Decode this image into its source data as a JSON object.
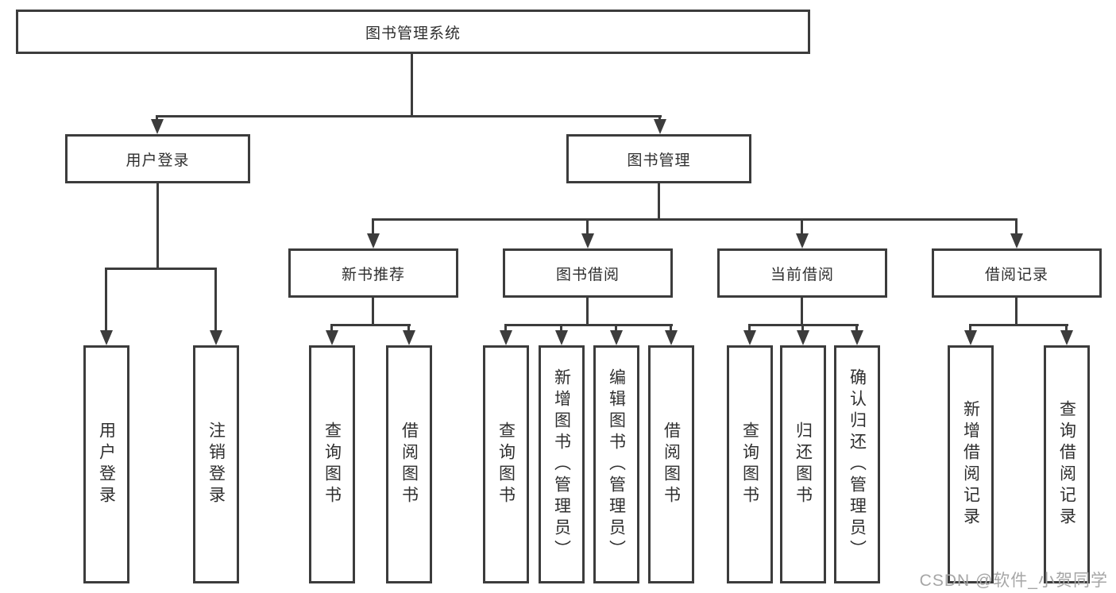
{
  "tree": {
    "label": "图书管理系统",
    "children": [
      {
        "label": "用户登录",
        "children": [
          {
            "label": "用户登录"
          },
          {
            "label": "注销登录"
          }
        ]
      },
      {
        "label": "图书管理",
        "children": [
          {
            "label": "新书推荐",
            "children": [
              {
                "label": "查询图书"
              },
              {
                "label": "借阅图书"
              }
            ]
          },
          {
            "label": "图书借阅",
            "children": [
              {
                "label": "查询图书"
              },
              {
                "label": "新增图书（管理员）"
              },
              {
                "label": "编辑图书（管理员）"
              },
              {
                "label": "借阅图书"
              }
            ]
          },
          {
            "label": "当前借阅",
            "children": [
              {
                "label": "查询图书"
              },
              {
                "label": "归还图书"
              },
              {
                "label": "确认归还（管理员）"
              }
            ]
          },
          {
            "label": "借阅记录",
            "children": [
              {
                "label": "新增借阅记录"
              },
              {
                "label": "查询借阅记录"
              }
            ]
          }
        ]
      }
    ]
  },
  "watermark": {
    "text": "CSDN @软件_小贺同学"
  },
  "colors": {
    "line": "#3c3c3c",
    "text": "#2f2f2f",
    "watermark": "#a6a6a6",
    "background": "#ffffff"
  }
}
